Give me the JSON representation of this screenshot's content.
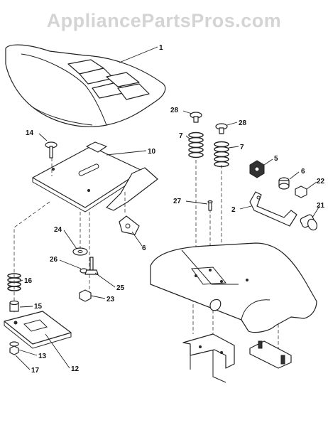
{
  "watermark": "AppliancePartsPros.com",
  "callouts": [
    {
      "id": "c1",
      "label": "1"
    },
    {
      "id": "c14",
      "label": "14"
    },
    {
      "id": "c10",
      "label": "10"
    },
    {
      "id": "c28a",
      "label": "28"
    },
    {
      "id": "c28b",
      "label": "28"
    },
    {
      "id": "c7a",
      "label": "7"
    },
    {
      "id": "c7b",
      "label": "7"
    },
    {
      "id": "c5",
      "label": "5"
    },
    {
      "id": "c6a",
      "label": "6"
    },
    {
      "id": "c22",
      "label": "22"
    },
    {
      "id": "c27",
      "label": "27"
    },
    {
      "id": "c2",
      "label": "2"
    },
    {
      "id": "c21",
      "label": "21"
    },
    {
      "id": "c6b",
      "label": "6"
    },
    {
      "id": "c24",
      "label": "24"
    },
    {
      "id": "c26",
      "label": "26"
    },
    {
      "id": "c25",
      "label": "25"
    },
    {
      "id": "c16",
      "label": "16"
    },
    {
      "id": "c15",
      "label": "15"
    },
    {
      "id": "c23",
      "label": "23"
    },
    {
      "id": "c13",
      "label": "13"
    },
    {
      "id": "c17",
      "label": "17"
    },
    {
      "id": "c12",
      "label": "12"
    }
  ]
}
